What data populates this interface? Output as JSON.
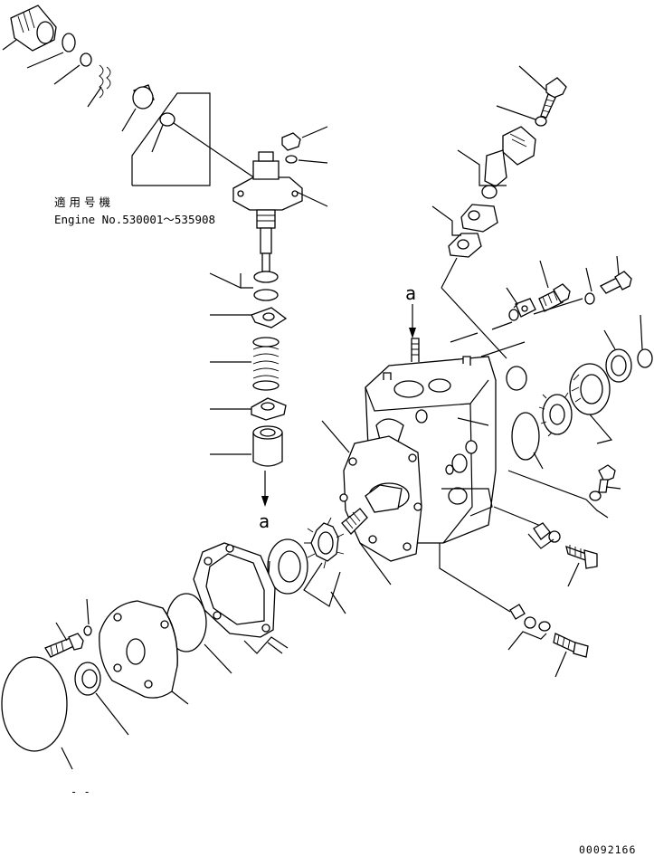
{
  "note": {
    "line1": "適用号機",
    "line2": "Engine No.530001～535908"
  },
  "view_labels": {
    "top": "a",
    "bottom": "a"
  },
  "bottom_marks": "- -",
  "figure_code": "00092166",
  "colors": {
    "ink": "#000000",
    "paper": "#ffffff"
  }
}
